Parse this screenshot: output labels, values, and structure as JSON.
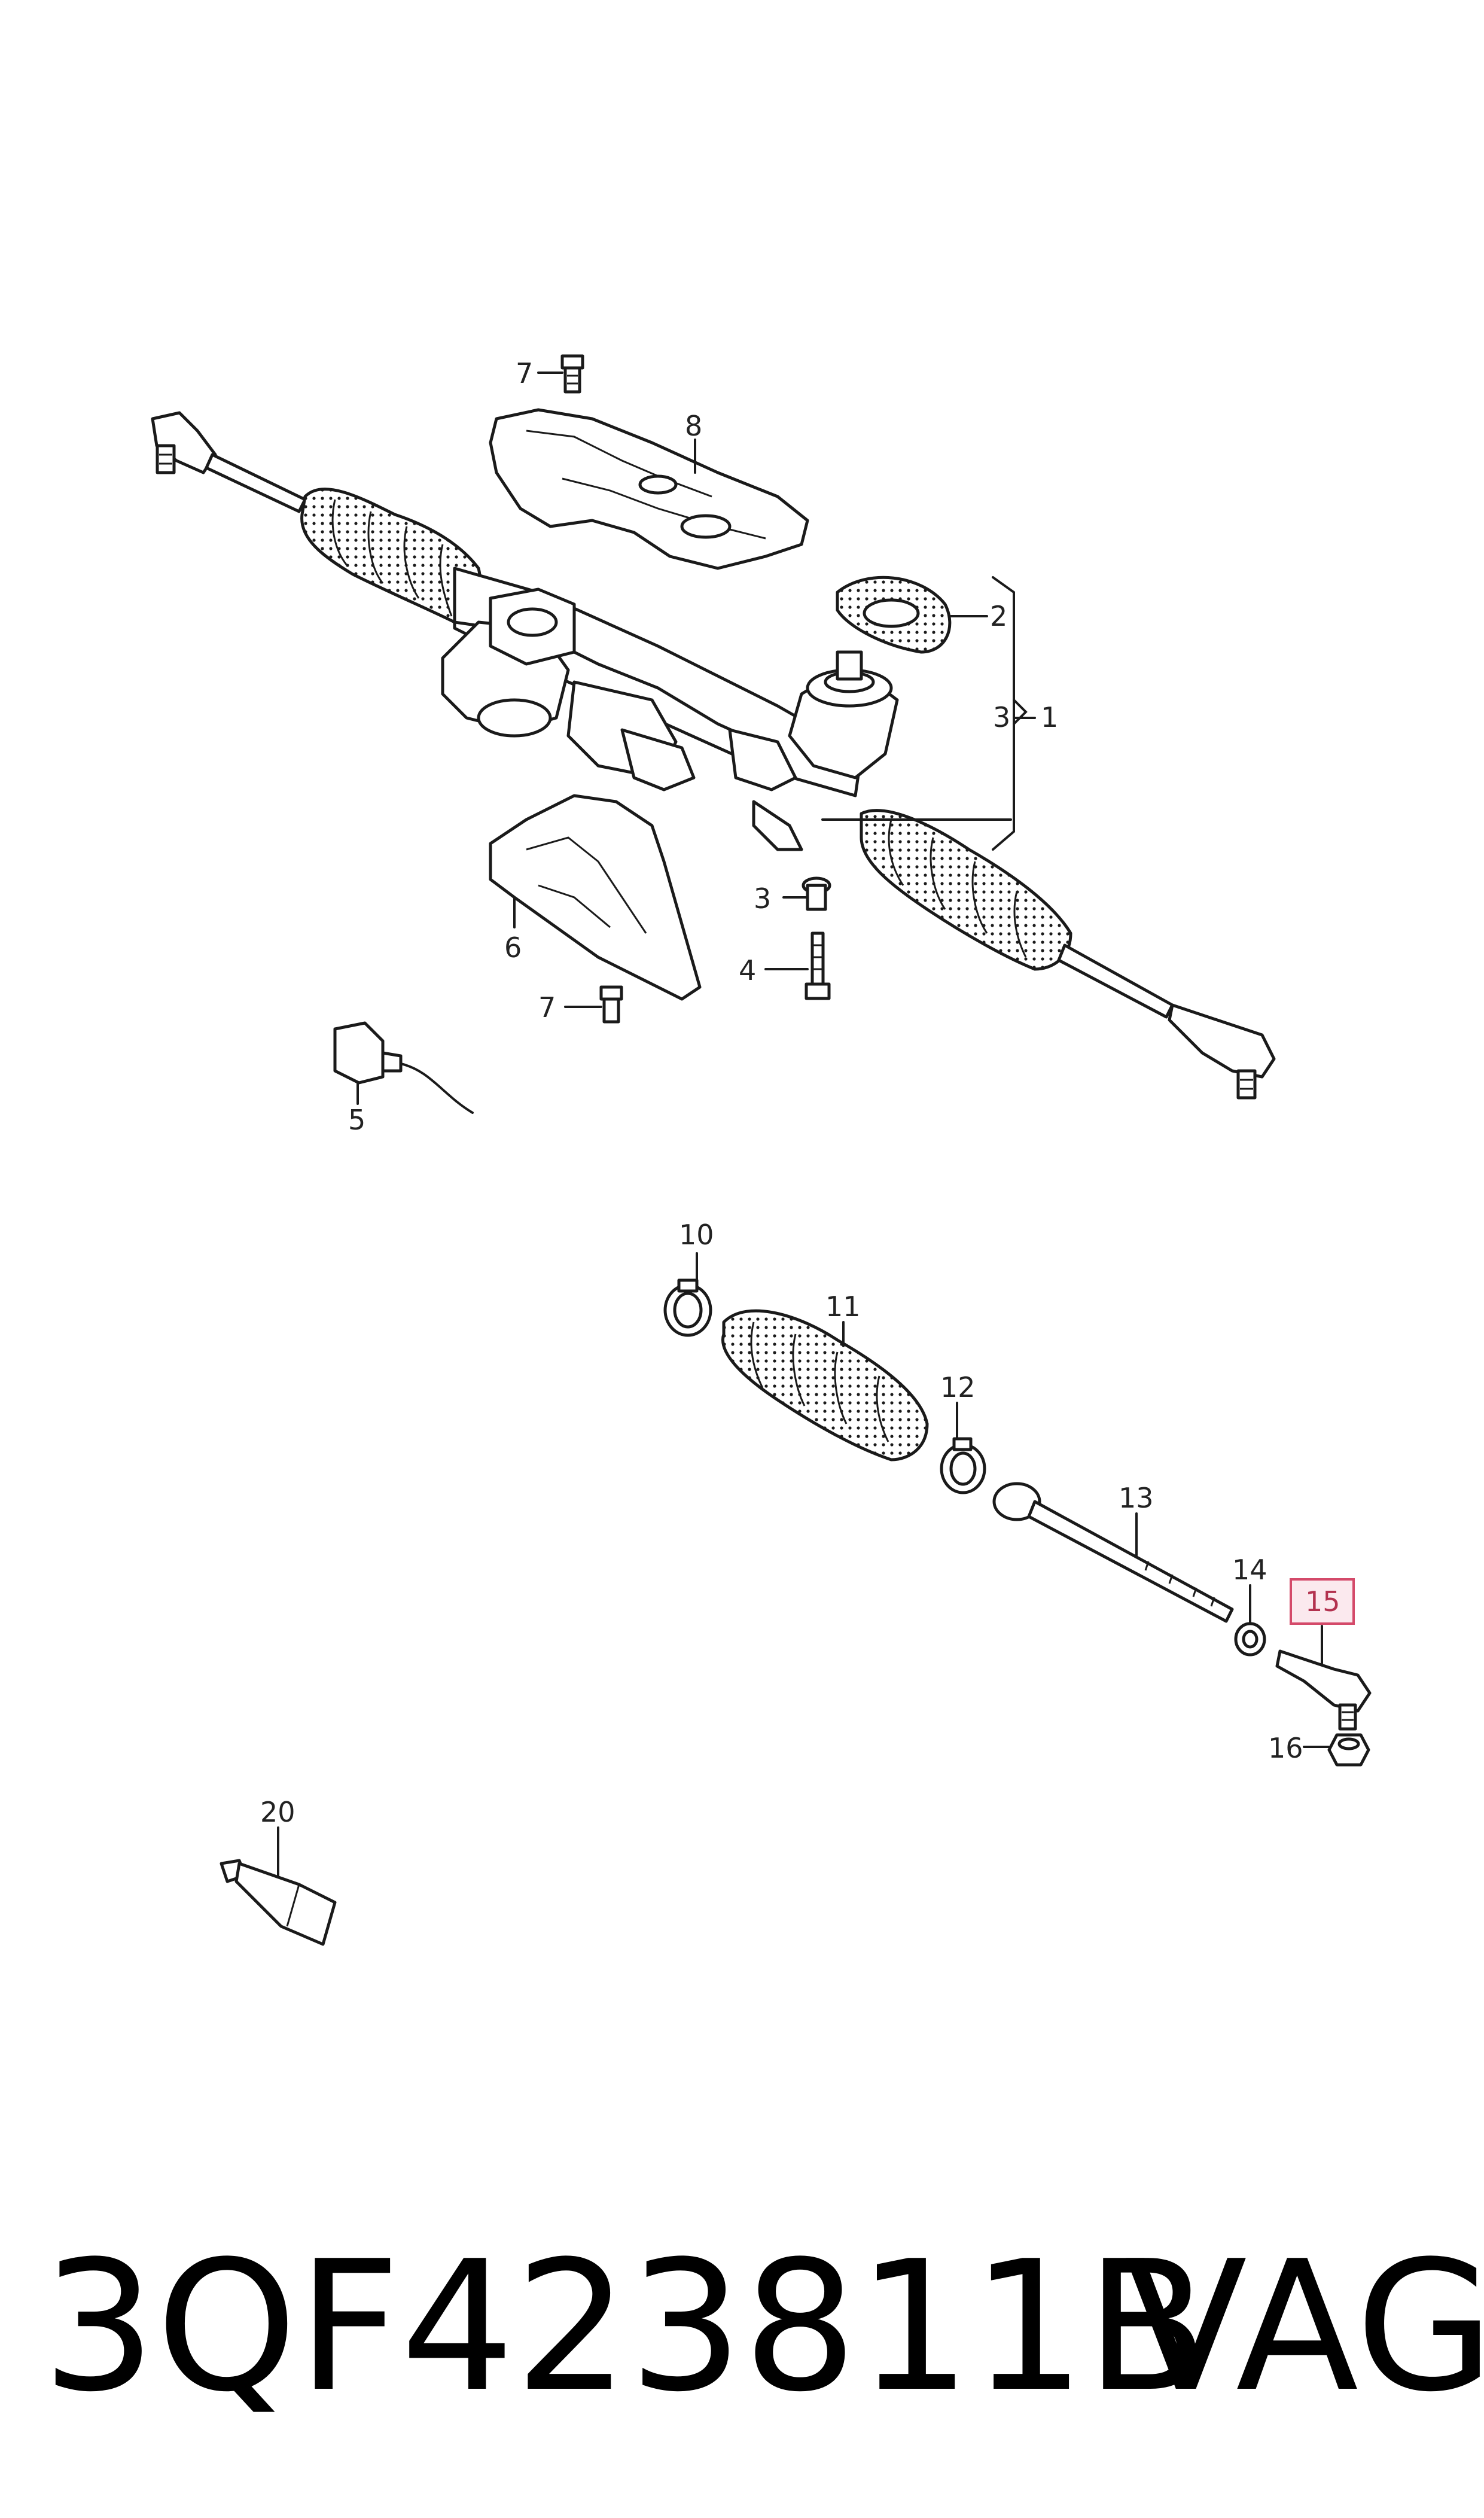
{
  "callouts": {
    "c1": "1",
    "c2": "2",
    "c3": "3",
    "c3b": "3",
    "c4": "4",
    "c5": "5",
    "c6": "6",
    "c7a": "7",
    "c7b": "7",
    "c8": "8",
    "c10": "10",
    "c11": "11",
    "c12": "12",
    "c13": "13",
    "c14": "14",
    "c15": "15",
    "c16": "16",
    "c20": "20"
  },
  "highlight": {
    "callout": "15",
    "color": "#d44a6a"
  },
  "footer": {
    "part_number": "3QF423811B",
    "brand": "VAG"
  }
}
